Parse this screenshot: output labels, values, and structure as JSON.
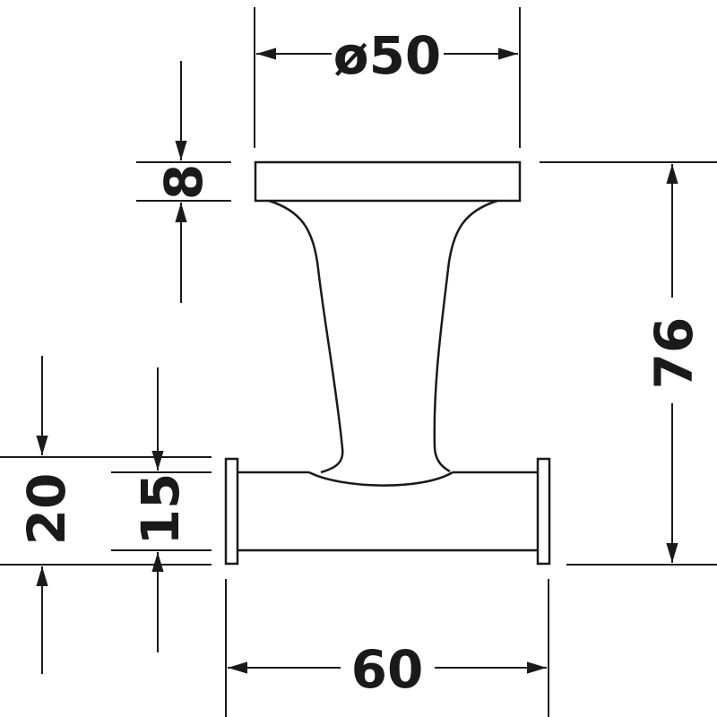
{
  "dimensions": {
    "diameter": "ø50",
    "base_thickness": "8",
    "total_height": "76",
    "bar_outer_height": "20",
    "bar_inner_height": "15",
    "bar_length": "60"
  },
  "colors": {
    "ink": "#1a1a1a",
    "background": "#ffffff"
  }
}
